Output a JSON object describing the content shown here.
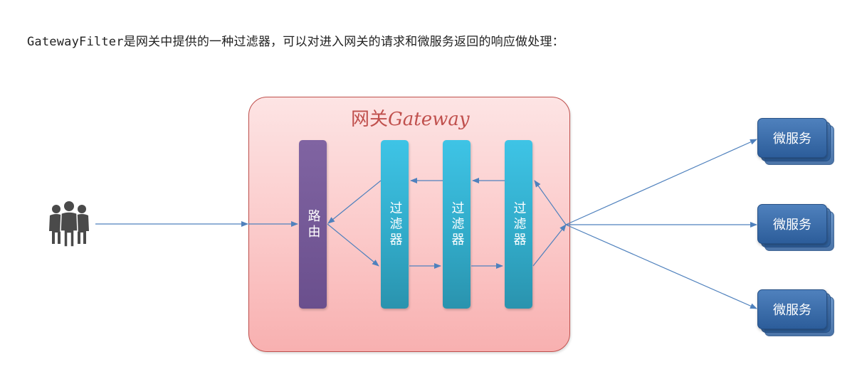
{
  "intro_text": "GatewayFilter是网关中提供的一种过滤器，可以对进入网关的请求和微服务返回的响应做处理：",
  "gateway": {
    "title_cn": "网关",
    "title_en": "Gateway"
  },
  "router_label": "路由",
  "filters": [
    {
      "label": "过滤器"
    },
    {
      "label": "过滤器"
    },
    {
      "label": "过滤器"
    }
  ],
  "microservices": [
    {
      "label": "微服务"
    },
    {
      "label": "微服务"
    },
    {
      "label": "微服务"
    }
  ],
  "client_icon": "people-group-icon",
  "colors": {
    "gateway_border": "#c0504d",
    "router": "#8064a2",
    "filter": "#3ec4e6",
    "microservice": "#4f81bd",
    "arrow": "#4f81bd"
  }
}
